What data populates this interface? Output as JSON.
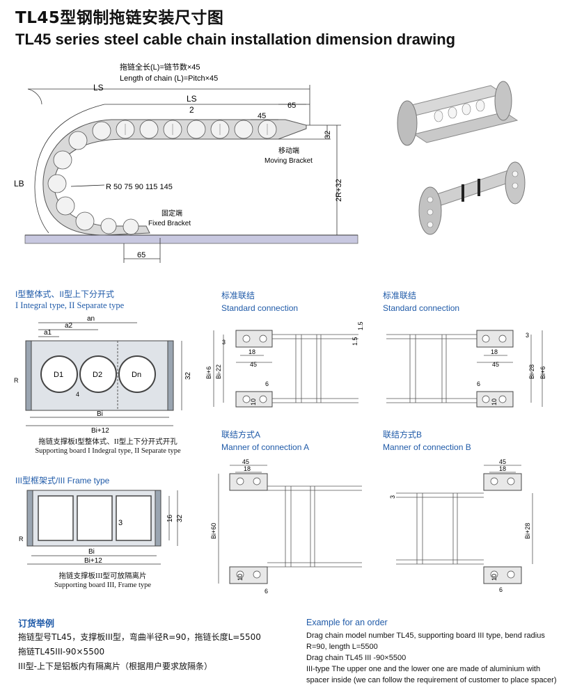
{
  "header": {
    "title_cn": "TL45型钢制拖链安装尺寸图",
    "title_en": "TL45 series steel cable chain installation dimension drawing"
  },
  "main_drawing": {
    "length_cn": "拖链全长(L)=链节数×45",
    "length_en": "Length of chain (L)=Pitch×45",
    "ls": "LS",
    "ls_half": "LS",
    "ls_half_den": "2",
    "dim_65_top": "65",
    "dim_45": "45",
    "dim_32": "32",
    "dim_2r32": "2R+32",
    "lb": "LB",
    "radius": "R 50  75  90  115  145",
    "moving_cn": "移动端",
    "moving_en": "Moving Bracket",
    "fixed_cn": "固定端",
    "fixed_en": "Fixed Bracket",
    "dim_65_bottom": "65"
  },
  "section1": {
    "title_cn": "I型整体式、II型上下分开式",
    "title_en": "I Integral type, II Separate type",
    "an": "an",
    "a2": "a2",
    "a1": "a1",
    "d1": "D1",
    "d2": "D2",
    "dn": "Dn",
    "four": "4",
    "r": "R",
    "h32": "32",
    "bi": "Bi",
    "bi12": "Bi+12",
    "caption_cn": "拖链支撑板I型整体式、II型上下分开式开孔",
    "caption_en": "Supporting board I Indegral type, II Separate type"
  },
  "section2": {
    "title": "III型框架式/III Frame type",
    "three": "3",
    "h16": "16",
    "h32": "32",
    "r": "R",
    "bi": "Bi",
    "bi12": "Bi+12",
    "caption_cn": "拖链支撑板III型可放隔离片",
    "caption_en": "Supporting board III, Frame type"
  },
  "std1": {
    "title_cn": "标准联结",
    "title_en": "Standard connection",
    "d3": "3",
    "d15a": "1.5",
    "d15b": "1.5",
    "d18": "18",
    "d45": "45",
    "bi6": "Bi+6",
    "bi22": "Bi-22",
    "d6": "6",
    "d10": "10"
  },
  "std2": {
    "title_cn": "标准联结",
    "title_en": "Standard connection",
    "d3": "3",
    "d18": "18",
    "d45": "45",
    "bi28": "Bi-28",
    "bi6": "Bi+6",
    "d6": "6",
    "d10": "10"
  },
  "conA": {
    "title_cn": "联结方式A",
    "title_en": "Manner of connection A",
    "d45": "45",
    "d18": "18",
    "bi60": "Bi+60",
    "d10": "10",
    "d6": "6"
  },
  "conB": {
    "title_cn": "联结方式B",
    "title_en": "Manner of connection B",
    "d45": "45",
    "d18": "18",
    "d3": "3",
    "bi28": "Bi+28",
    "d10": "10",
    "d6": "6"
  },
  "order_cn": {
    "title": "订货举例",
    "line1": "拖链型号TL45，支撑板III型，弯曲半径R=90，拖链长度L=5500",
    "line2": "拖链TL45III-90×5500",
    "line3": "III型-上下是铝板内有隔离片（根据用户要求放隔条）"
  },
  "order_en": {
    "title": "Example for an order",
    "line1": "Drag chain model number TL45, supporting board III type, bend radius",
    "line2": "R=90, length L=5500",
    "line3": "Drag chain TL45 III -90×5500",
    "line4": "III-type The upper one and the lower one are made of aluminium with",
    "line5": "spacer inside  (we can follow the requirement of customer to place spacer)"
  }
}
